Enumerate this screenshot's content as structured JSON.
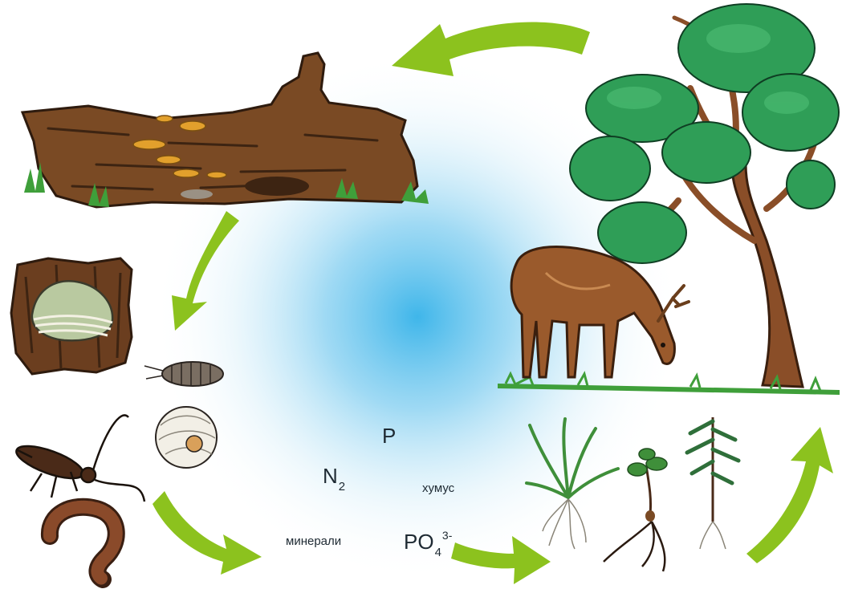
{
  "labels": {
    "phosphorus": "P",
    "nitrogen": {
      "base": "N",
      "sub": "2"
    },
    "humus": "хумус",
    "minerals": "минерали",
    "phosphate": {
      "base": "PO",
      "sub": "4",
      "sup": "3-"
    }
  },
  "colors": {
    "arrow": "#8cc21e",
    "center_glow": "#3fb6ea",
    "bark": "#7a4a24",
    "foliage": "#2f9e57",
    "deer": "#9a5a2c",
    "grass": "#3f9f3a"
  }
}
